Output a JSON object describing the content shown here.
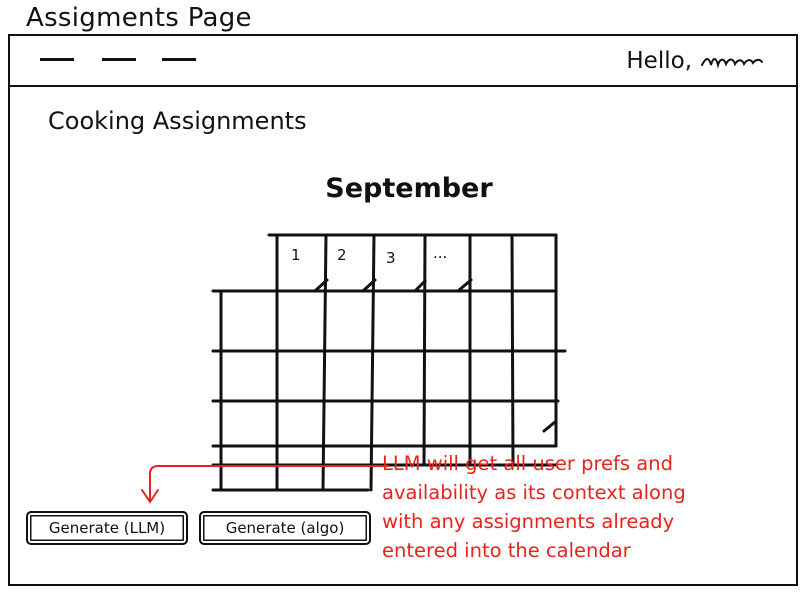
{
  "page": {
    "heading": "Assigments Page"
  },
  "navbar": {
    "greeting": "Hello,"
  },
  "main": {
    "section_title": "Cooking Assignments",
    "month": "September",
    "calendar": {
      "day_labels": [
        "1",
        "2",
        "3",
        "..."
      ]
    },
    "buttons": {
      "generate_llm": "Generate (LLM)",
      "generate_algo": "Generate (algo)"
    }
  },
  "annotation": {
    "color": "#e8231c",
    "lines": [
      "LLM will get all user prefs and",
      "availability as its context along",
      "with any assignments already",
      "entered into the calendar"
    ]
  }
}
